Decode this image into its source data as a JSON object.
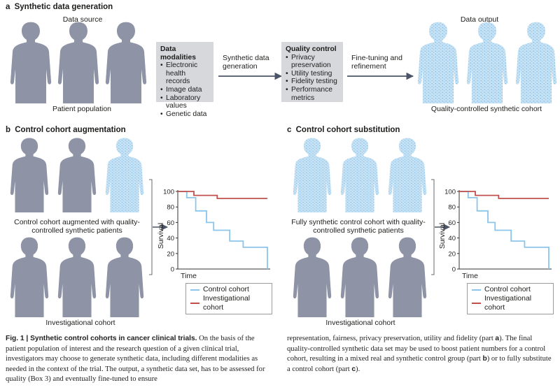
{
  "colors": {
    "real": "#8e93a5",
    "synthetic": "#c6e2f5",
    "synthetic_dots": "#6aaad8",
    "box": "#d6d8dc",
    "control": "#8cc5ec",
    "investigational": "#c0504d",
    "arrow": "#4b5567"
  },
  "panel_a": {
    "letter": "a",
    "title": "Synthetic data generation",
    "data_source": "Data source",
    "patient_population": "Patient population",
    "modalities": {
      "title": "Data modalities",
      "items": [
        "Electronic health records",
        "Image data",
        "Laboratory values",
        "Genetic data"
      ]
    },
    "synthetic_generation": "Synthetic data generation",
    "quality": {
      "title": "Quality control",
      "items": [
        "Privacy preservation",
        "Utility testing",
        "Fidelity testing",
        "Performance metrics"
      ]
    },
    "fine_tuning": "Fine-tuning and refinement",
    "data_output": "Data output",
    "quality_cohort": "Quality-controlled synthetic cohort"
  },
  "panel_b": {
    "letter": "b",
    "title": "Control cohort augmentation",
    "augmented_label": "Control cohort augmented with quality-controlled synthetic patients",
    "investigational_label": "Investigational cohort"
  },
  "panel_c": {
    "letter": "c",
    "title": "Control cohort substitution",
    "substituted_label": "Fully synthetic control cohort with quality-controlled synthetic patients",
    "investigational_label": "Investigational cohort"
  },
  "chart_data": [
    {
      "type": "line",
      "xlabel": "Time",
      "ylabel": "Survival",
      "yticks": [
        0,
        20,
        40,
        60,
        80,
        100
      ],
      "ylim": [
        0,
        100
      ],
      "xlim": [
        0,
        10
      ],
      "series": [
        {
          "name": "Control cohort",
          "step": true,
          "x": [
            0,
            1,
            1,
            2,
            2,
            3.2,
            3.2,
            4,
            4,
            5.8,
            5.8,
            7.3,
            7.3,
            10,
            10
          ],
          "values": [
            100,
            100,
            92,
            92,
            75,
            75,
            60,
            60,
            50,
            50,
            36,
            36,
            28,
            28,
            0
          ]
        },
        {
          "name": "Investigational cohort",
          "step": true,
          "x": [
            0,
            1.8,
            1.8,
            4.4,
            4.4,
            10
          ],
          "values": [
            100,
            100,
            95,
            95,
            91,
            91
          ]
        }
      ],
      "legend": [
        "Control cohort",
        "Investigational cohort"
      ]
    },
    {
      "type": "line",
      "xlabel": "Time",
      "ylabel": "Survival",
      "yticks": [
        0,
        20,
        40,
        60,
        80,
        100
      ],
      "ylim": [
        0,
        100
      ],
      "xlim": [
        0,
        10
      ],
      "series": [
        {
          "name": "Control cohort",
          "step": true,
          "x": [
            0,
            1,
            1,
            2,
            2,
            3.2,
            3.2,
            4,
            4,
            5.8,
            5.8,
            7.3,
            7.3,
            10,
            10
          ],
          "values": [
            100,
            100,
            92,
            92,
            75,
            75,
            60,
            60,
            50,
            50,
            36,
            36,
            28,
            28,
            0
          ]
        },
        {
          "name": "Investigational cohort",
          "step": true,
          "x": [
            0,
            1.8,
            1.8,
            4.4,
            4.4,
            10
          ],
          "values": [
            100,
            100,
            95,
            95,
            91,
            91
          ]
        }
      ],
      "legend": [
        "Control cohort",
        "Investigational cohort"
      ]
    }
  ],
  "caption": {
    "fig": "Fig. 1 | Synthetic control cohorts in cancer clinical trials.",
    "left": "On the basis of the patient population of interest and the research question of a given clinical trial, investigators may choose to generate synthetic data, including different modalities as needed in the context of the trial. The output, a synthetic data set, has to be assessed for quality (Box 3) and eventually fine-tuned to ensure",
    "right_1": "representation, fairness, privacy preservation, utility and fidelity (part",
    "right_a": "a",
    "right_2": "). The final quality-controlled synthetic data set may be used to boost patient numbers for a control cohort, resulting in a mixed real and synthetic control group (part",
    "right_b": "b",
    "right_3": ") or to fully substitute a control cohort (part",
    "right_c": "c",
    "right_4": ")."
  }
}
